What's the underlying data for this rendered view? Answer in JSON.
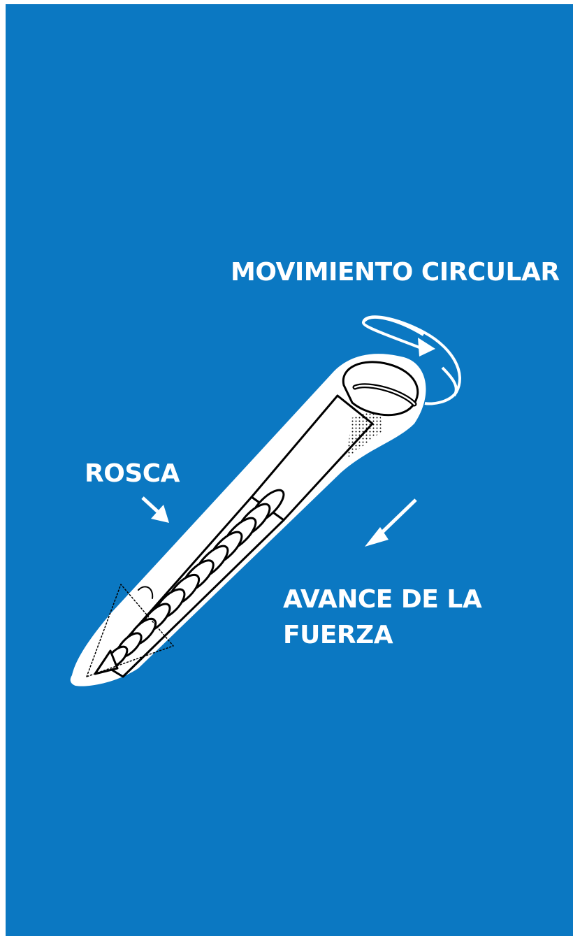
{
  "labels": {
    "circular_motion": "MOVIMIENTO CIRCULAR",
    "thread": "ROSCA",
    "force_line1": "AVANCE DE LA",
    "force_line2": "FUERZA"
  },
  "colors": {
    "background": "#0b78c2",
    "outline": "#ffffff",
    "ink": "#000000"
  },
  "icons": {
    "rotation": "circular-arrow-icon",
    "thread_pointer": "arrow-down-right-icon",
    "force_pointer": "arrow-down-left-icon",
    "screw": "screw-icon"
  }
}
